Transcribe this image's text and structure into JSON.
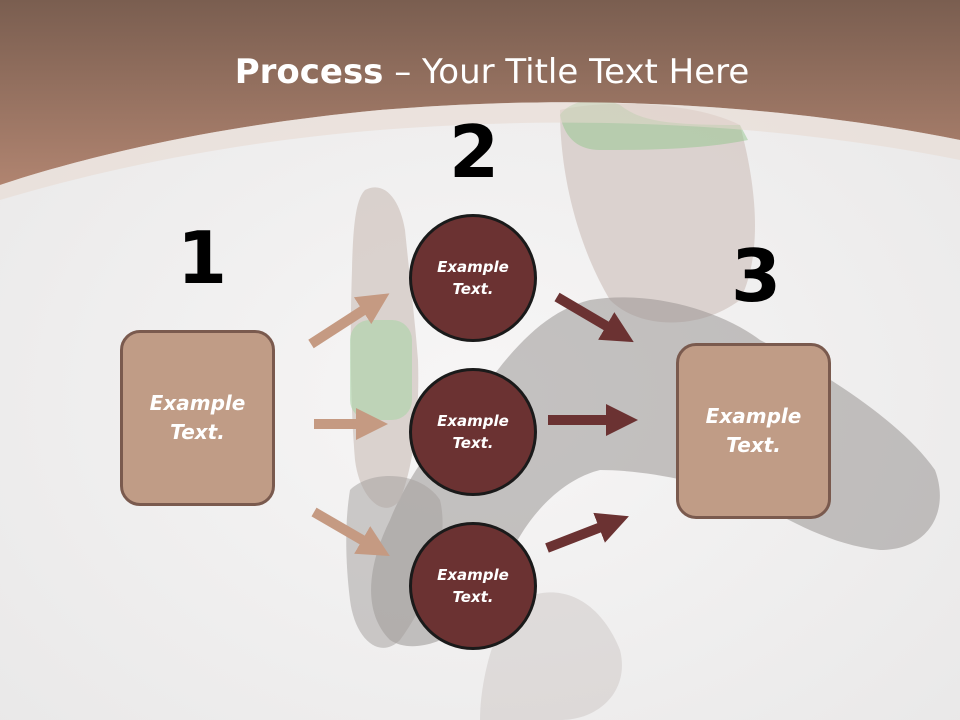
{
  "title": {
    "bold": "Process",
    "rest": " – Your Title Text Here"
  },
  "steps": [
    {
      "number": "1",
      "label": "Example Text."
    },
    {
      "number": "2",
      "label": "Example Text."
    },
    {
      "number": "3",
      "label": "Example Text."
    }
  ],
  "circles": [
    {
      "label": "Example Text."
    },
    {
      "label": "Example Text."
    },
    {
      "label": "Example Text."
    }
  ],
  "colors": {
    "header": "#a57d68",
    "box_fill": "#c09c86",
    "box_border": "#7a5a4e",
    "circle_fill": "#6b3232",
    "arrow_light": "#c59a82",
    "arrow_dark": "#6b3232"
  }
}
